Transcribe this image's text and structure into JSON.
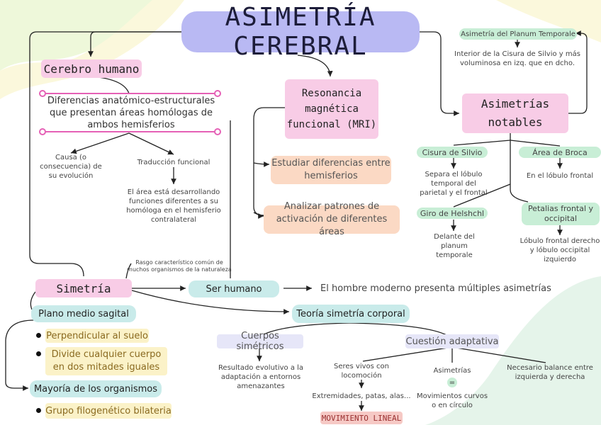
{
  "title": "ASIMETRÍA CEREBRAL",
  "cerebro": {
    "heading": "Cerebro humano",
    "diferencias": "Diferencias anatómico-estructurales que presentan áreas homólogas de ambos hemisferios",
    "causa": "Causa (o consecuencia) de su evolución",
    "traduccion": "Traducción funcional",
    "area": "El área está desarrollando funciones diferentes a su homóloga en el hemisferio contralateral"
  },
  "resonancia": {
    "heading": "Resonancia magnética funcional (MRI)",
    "estudiar": "Estudiar diferencias entre hemisferios",
    "analizar": "Analizar patrones de activación de diferentes áreas"
  },
  "notables": {
    "heading": "Asimetrías notables",
    "planum_label": "Asimetría del Planum Temporale",
    "planum_desc": "Interior de la Cisura de Silvio y más voluminosa en izq. que en dcho.",
    "silvio_label": "Cisura de Silvio",
    "silvio_desc": "Separa el lóbulo temporal del parietal y el frontal",
    "broca_label": "Área de Broca",
    "broca_desc": "En el lóbulo frontal",
    "helshchl_label": "Giro de Helshchl",
    "helshchl_desc": "Delante del planum temporale",
    "petalias_label": "Petalias frontal y occipital",
    "petalias_desc": "Lóbulo frontal derecho y lóbulo occipital izquierdo"
  },
  "simetria": {
    "heading": "Simetría",
    "rasgo": "Rasgo característico común de muchos organismos de la naturaleza",
    "plano": "Plano medio sagital",
    "perpendicular": "Perpendicular al suelo",
    "divide": "Divide cualquier cuerpo en dos mitades iguales",
    "mayoria": "Mayoría de los organismos",
    "grupo": "Grupo filogenético bilateria"
  },
  "ser_humano": {
    "label": "Ser humano",
    "hombre": "El hombre moderno presenta múltiples asimetrías"
  },
  "teoria": {
    "label": "Teoría simetría corporal",
    "cuerpos": "Cuerpos simétricos",
    "resultado": "Resultado evolutivo a la adaptación a entornos amenazantes",
    "cuestion": "Cuestión adaptativa",
    "seres": "Seres vivos con locomoción",
    "extremidades": "Extremidades, patas, alas...",
    "movimiento": "MOVIMIENTO LINEAL",
    "asimetrias": "Asimetrías",
    "equals": "=",
    "curvos": "Movimientos curvos o en círculo",
    "necesario": "Necesario balance entre izquierda y derecha"
  },
  "colors": {
    "title_bg": "#b9b9f3",
    "pink": "#f8cce6",
    "peach": "#fbd9c4",
    "teal": "#c9ebea",
    "green": "#c8eed6",
    "yellow": "#fbf2c8",
    "lavender": "#e6e6f8",
    "salmon": "#f6c9c5",
    "accent_magenta": "#e561b6"
  }
}
